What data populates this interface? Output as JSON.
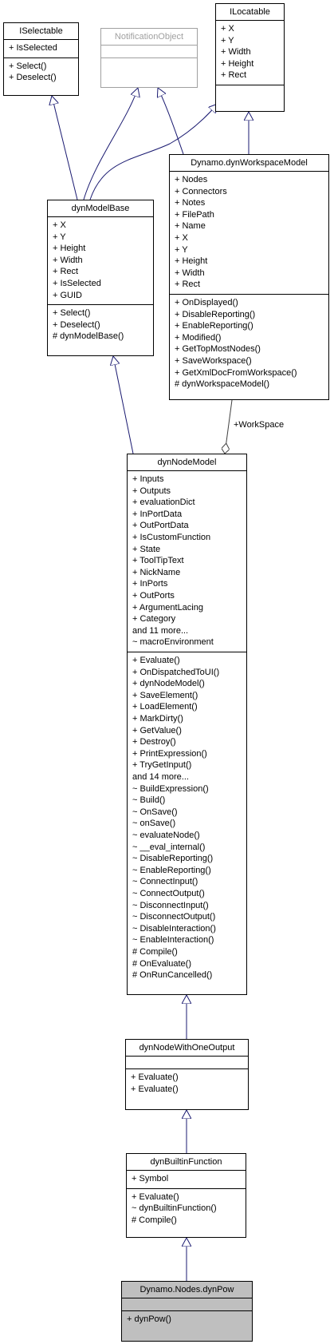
{
  "classes": {
    "iselectable": {
      "name": "ISelectable",
      "attributes": [
        "+ IsSelected"
      ],
      "operations": [
        "+ Select()",
        "+ Deselect()"
      ]
    },
    "notificationobject": {
      "name": "NotificationObject",
      "attributes": [],
      "operations": []
    },
    "ilocatable": {
      "name": "ILocatable",
      "attributes": [
        "+ X",
        "+ Y",
        "+ Width",
        "+ Height",
        "+ Rect"
      ],
      "operations": []
    },
    "workspacemodel": {
      "name": "Dynamo.dynWorkspaceModel",
      "attributes": [
        "+ Nodes",
        "+ Connectors",
        "+ Notes",
        "+ FilePath",
        "+ Name",
        "+ X",
        "+ Y",
        "+ Height",
        "+ Width",
        "+ Rect"
      ],
      "operations": [
        "+ OnDisplayed()",
        "+ DisableReporting()",
        "+ EnableReporting()",
        "+ Modified()",
        "+ GetTopMostNodes()",
        "+ SaveWorkspace()",
        "+ GetXmlDocFromWorkspace()",
        "# dynWorkspaceModel()"
      ]
    },
    "modelbase": {
      "name": "dynModelBase",
      "attributes": [
        "+ X",
        "+ Y",
        "+ Height",
        "+ Width",
        "+ Rect",
        "+ IsSelected",
        "+ GUID"
      ],
      "operations": [
        "+ Select()",
        "+ Deselect()",
        "# dynModelBase()"
      ]
    },
    "nodemodel": {
      "name": "dynNodeModel",
      "attributes": [
        "+ Inputs",
        "+ Outputs",
        "+ evaluationDict",
        "+ InPortData",
        "+ OutPortData",
        "+ IsCustomFunction",
        "+ State",
        "+ ToolTipText",
        "+ NickName",
        "+ InPorts",
        "+ OutPorts",
        "+ ArgumentLacing",
        "+ Category",
        "and 11 more...",
        "~ macroEnvironment"
      ],
      "operations": [
        "+ Evaluate()",
        "+ OnDispatchedToUI()",
        "+ dynNodeModel()",
        "+ SaveElement()",
        "+ LoadElement()",
        "+ MarkDirty()",
        "+ GetValue()",
        "+ Destroy()",
        "+ PrintExpression()",
        "+ TryGetInput()",
        "and 14 more...",
        "~ BuildExpression()",
        "~ Build()",
        "~ OnSave()",
        "~ onSave()",
        "~ evaluateNode()",
        "~ __eval_internal()",
        "~ DisableReporting()",
        "~ EnableReporting()",
        "~ ConnectInput()",
        "~ ConnectOutput()",
        "~ DisconnectInput()",
        "~ DisconnectOutput()",
        "~ DisableInteraction()",
        "~ EnableInteraction()",
        "# Compile()",
        "# OnEvaluate()",
        "# OnRunCancelled()"
      ]
    },
    "withoneoutput": {
      "name": "dynNodeWithOneOutput",
      "attributes": [],
      "operations": [
        "+ Evaluate()",
        "+ Evaluate()"
      ]
    },
    "builtinfunction": {
      "name": "dynBuiltinFunction",
      "attributes": [
        "+ Symbol"
      ],
      "operations": [
        "+ Evaluate()",
        "~ dynBuiltinFunction()",
        "# Compile()"
      ]
    },
    "dynpow": {
      "name": "Dynamo.Nodes.dynPow",
      "attributes": [],
      "operations": [
        "+ dynPow()"
      ]
    }
  },
  "edge_labels": {
    "workspace": "+WorkSpace"
  },
  "colors": {
    "inheritance": "#191970",
    "association": "#404040",
    "highlight_fill": "#bfbfbf",
    "external_border": "#a0a0a0"
  }
}
